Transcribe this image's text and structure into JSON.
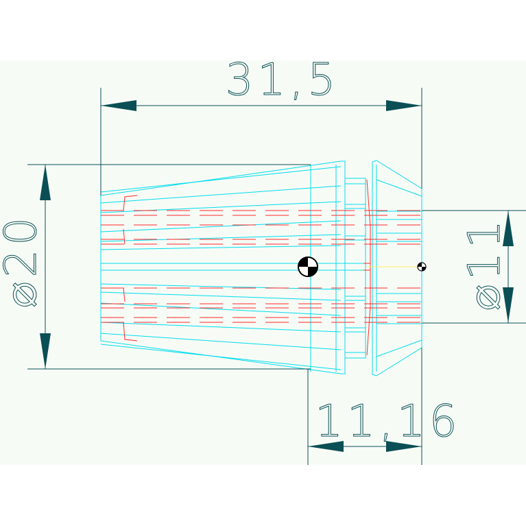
{
  "colors": {
    "background": "#f7fbf6",
    "outline": "#00dced",
    "hidden": "#ff2a2a",
    "centerline": "#ffee66",
    "dimension": "#0a4f55"
  },
  "dimensions": {
    "overall_length": "31,5",
    "outer_diameter": "⌀20",
    "bore_diameter": "⌀11",
    "nose_length": "11,16"
  },
  "markers": [
    "centroid-symbol",
    "center-point-symbol"
  ]
}
